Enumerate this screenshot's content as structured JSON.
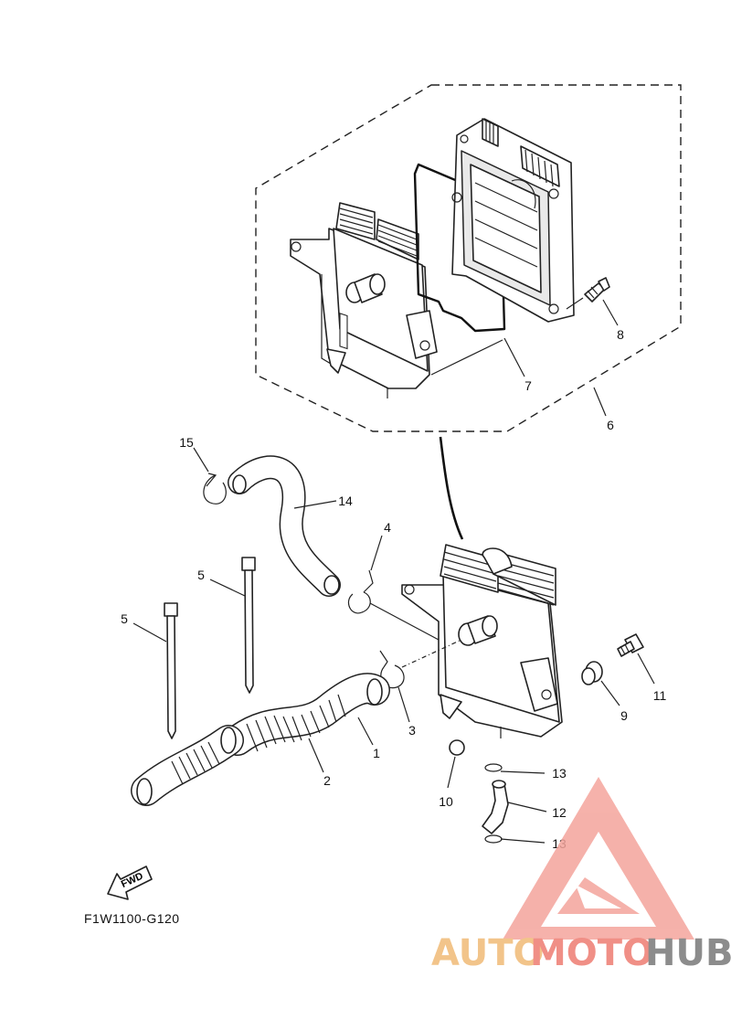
{
  "diagram": {
    "callouts": [
      {
        "id": "c1",
        "label": "1"
      },
      {
        "id": "c2",
        "label": "2"
      },
      {
        "id": "c3",
        "label": "3"
      },
      {
        "id": "c4",
        "label": "4"
      },
      {
        "id": "c5a",
        "label": "5"
      },
      {
        "id": "c5b",
        "label": "5"
      },
      {
        "id": "c6",
        "label": "6"
      },
      {
        "id": "c7",
        "label": "7"
      },
      {
        "id": "c8",
        "label": "8"
      },
      {
        "id": "c9",
        "label": "9"
      },
      {
        "id": "c10",
        "label": "10"
      },
      {
        "id": "c11",
        "label": "11"
      },
      {
        "id": "c12",
        "label": "12"
      },
      {
        "id": "c13a",
        "label": "13"
      },
      {
        "id": "c13b",
        "label": "13"
      },
      {
        "id": "c14",
        "label": "14"
      },
      {
        "id": "c15",
        "label": "15"
      }
    ],
    "fwd_label": "FWD",
    "document_code": "F1W1100-G120"
  },
  "watermark": {
    "part1": "AUTO",
    "part2": "MOTO",
    "part3": "HUB",
    "colors": {
      "auto": "#f2c48a",
      "moto": "#f08f86",
      "hub": "#8c8c8c",
      "logo": "#f4a49c"
    }
  }
}
